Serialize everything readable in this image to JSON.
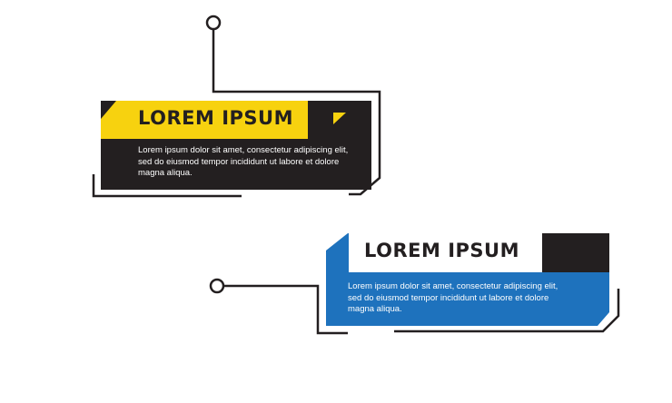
{
  "banners": [
    {
      "title": "LOREM IPSUM",
      "body_lines": [
        "Lorem ipsum dolor sit amet, consectetur adipiscing elit,",
        "sed do eiusmod tempor incididunt ut labore et dolore",
        "magna aliqua."
      ],
      "accent_color": "#f7d20f",
      "panel_color": "#231f20"
    },
    {
      "title": "LOREM IPSUM",
      "body_lines": [
        "Lorem ipsum dolor sit amet, consectetur adipiscing elit,",
        "sed do eiusmod tempor incididunt ut labore et dolore",
        "magna aliqua."
      ],
      "accent_color": "#1e72bd",
      "panel_color": "#231f20"
    }
  ],
  "colors": {
    "background": "#ffffff",
    "line": "#231f20",
    "title_box": "#ffffff"
  }
}
